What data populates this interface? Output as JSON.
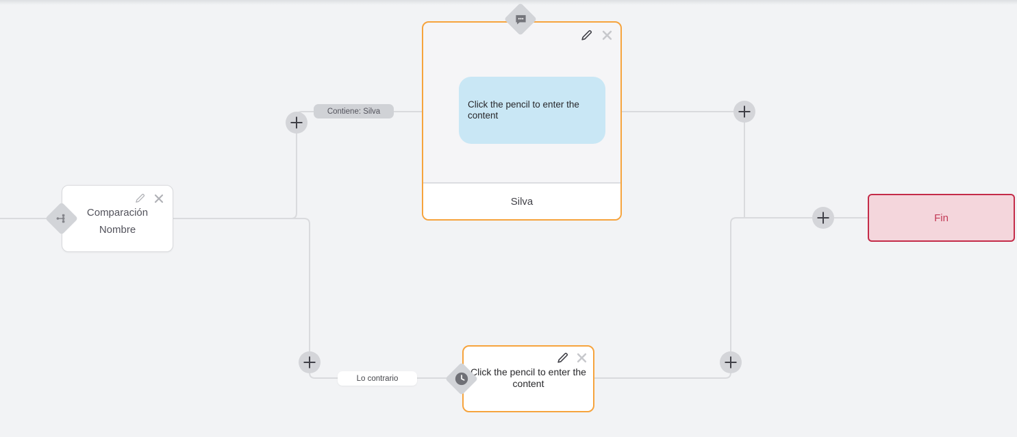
{
  "flow": {
    "edge_labels": {
      "top": "Contiene: Silva",
      "bottom": "Lo contrario"
    },
    "nodes": {
      "condition": {
        "line1": "Comparación",
        "line2": "Nombre"
      },
      "message_top": {
        "bubble_text": "Click the pencil to enter the content",
        "footer": "Silva"
      },
      "message_bottom": {
        "text": "Click the pencil to enter the content"
      },
      "end": {
        "label": "Fin"
      }
    },
    "colors": {
      "canvas_bg": "#f2f3f5",
      "edge_line": "#d9dadd",
      "orange_border": "#f6a33c",
      "bubble_blue": "#c9e7f5",
      "end_bg": "#f4d6dc",
      "end_border": "#c42b48",
      "end_text": "#c23956",
      "pill_gray": "#d0d2d6",
      "badge_gray": "#d2d4d8"
    },
    "icons": {
      "message_block": "chat-bubble-icon",
      "condition_block": "branch-icon",
      "delayed_message_block": "clock-icon",
      "edit": "pencil-icon",
      "delete": "close-icon",
      "add": "plus-icon"
    }
  }
}
